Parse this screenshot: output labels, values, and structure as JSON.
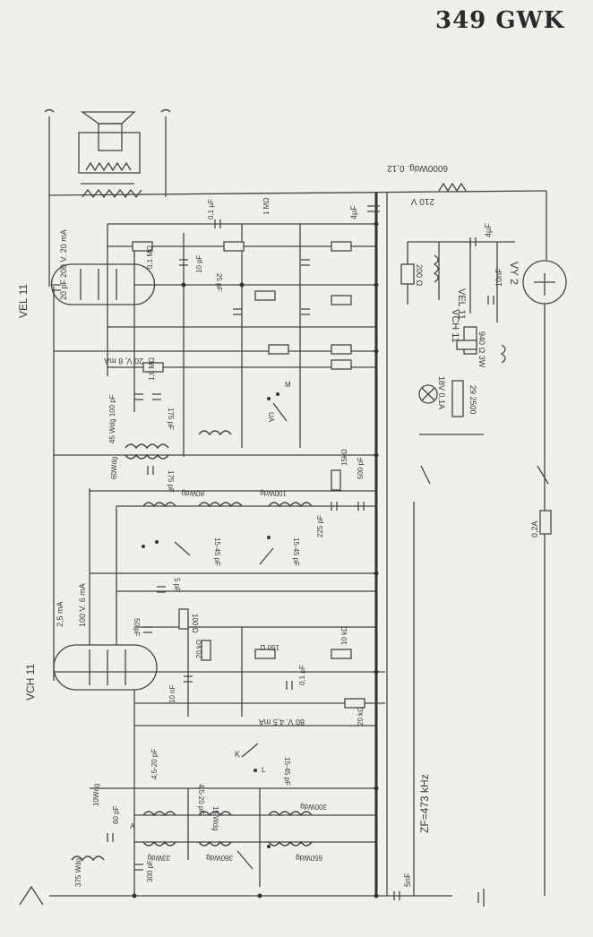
{
  "title": "349 GWK",
  "tubes": {
    "vel11_left": "VEL 11",
    "vch11_left": "VCH 11",
    "vel11_right": "VEL 11",
    "vch11_right": "VCH 11",
    "vy2": "VY 2"
  },
  "labels": {
    "r_6000wdg": "6000Wdg. 0,12",
    "v210": "210 V",
    "c4uf": "4µF",
    "c4uf_b": "4µF",
    "c10nf_r": "10nF",
    "r200": "200 Ω",
    "r940": "940 Ω 3W",
    "lamp": "18V 0,1A",
    "r_2500": "29 2500",
    "fuse": "0,2A",
    "if_freq": "ZF=473 kHz",
    "c5nf": "5nF",
    "vel_v": "20 pF",
    "vel_ma": "200 V. 20 mA",
    "ma_2_5": "2,5 mA",
    "v100": "100 V. 6 mA",
    "v20": "20 V, 8 mA",
    "c01uf": "0,1 µF",
    "r1mohm": "1 MΩ",
    "r01mohm": "0,1 MΩ",
    "c10pf": "10 pF",
    "c25pf": "25 pF",
    "r16": "1,6 MΩ",
    "c175": "175 pF",
    "c45": "45 Wdg 100 pF",
    "wdg60": "60Wdg",
    "c175b": "175 pF",
    "wdg80": "80Wdg",
    "wdg100": "100Wdg",
    "r15k": "15kΩ",
    "c500pf": "500 pF",
    "c225pf": "225 pF",
    "c15_45": "15-45 pF",
    "c15_45b": "15-45 pF",
    "c5pf": "5 pF",
    "c50pf": "50 pF",
    "r100ohm": "100 Ω",
    "r20k": "20 kΩ",
    "r150": "150 Ω",
    "c01": "0,1 µF",
    "r10k": "10 kΩ",
    "c10nf": "10 nF",
    "v80": "80 V. 4,5 mA",
    "r20kohm": "20 kΩ",
    "c45_20": "4,5-20 pF",
    "c45_20b": "4,5-20 pF",
    "wdg10": "10Wdg",
    "c60pf": "60 pF",
    "wdg375": "375 Wdg",
    "c300pf": "300 pF",
    "wdg33": "33Wdg",
    "wdg360": "360Wdg",
    "wdg650": "650Wdg",
    "wdg15": "15 Wdg",
    "wdg300": "300Wdg",
    "c15_45c": "15-45 pF",
    "ua": "UA",
    "k": "K",
    "m": "M",
    "l": "L",
    "a": "A"
  }
}
